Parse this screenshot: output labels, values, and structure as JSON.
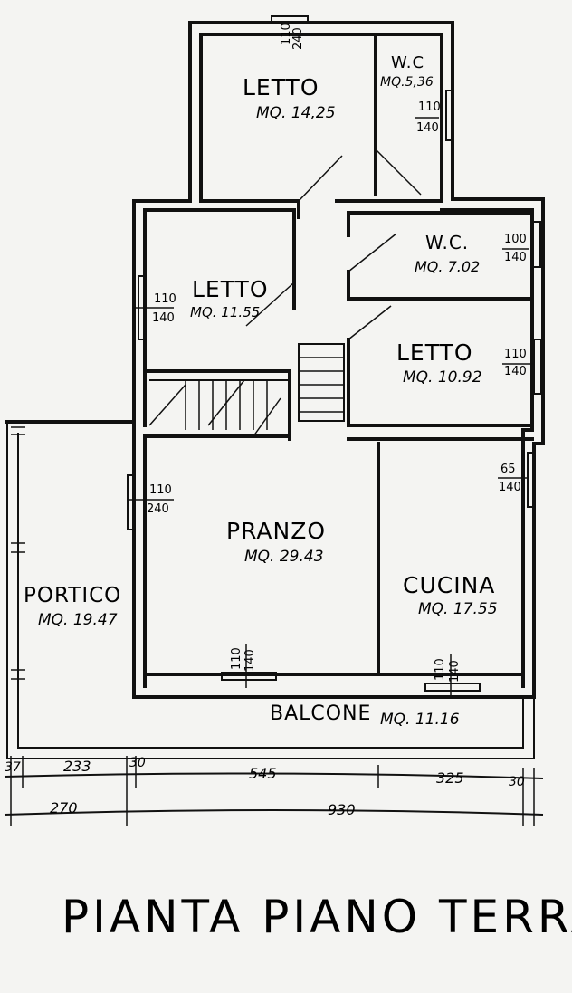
{
  "rooms": {
    "letto_top": {
      "name": "LETTO",
      "area": "MQ. 14,25"
    },
    "wc_top": {
      "name": "W.C",
      "area": "MQ.5,36"
    },
    "letto_left": {
      "name": "LETTO",
      "area": "MQ. 11.55"
    },
    "wc_mid": {
      "name": "W.C.",
      "area": "MQ. 7.02"
    },
    "letto_right": {
      "name": "LETTO",
      "area": "MQ. 10.92"
    },
    "pranzo": {
      "name": "PRANZO",
      "area": "MQ. 29.43"
    },
    "cucina": {
      "name": "CUCINA",
      "area": "MQ. 17.55"
    },
    "portico": {
      "name": "PORTICO",
      "area": "MQ. 19.47"
    },
    "balcone": {
      "name": "BALCONE",
      "area": "MQ. 11.16"
    }
  },
  "openings": {
    "top_window": {
      "w": "110",
      "h": "240"
    },
    "wc_top_window": {
      "w": "110",
      "h": "140"
    },
    "wc_mid_window": {
      "w": "100",
      "h": "140"
    },
    "left_window": {
      "w": "110",
      "h": "140"
    },
    "right_window": {
      "w": "110",
      "h": "140"
    },
    "pranzo_door": {
      "w": "110",
      "h": "240"
    },
    "cucina_window": {
      "w": "65",
      "h": "140"
    },
    "pranzo_bottom": {
      "w": "110",
      "h": "140"
    },
    "cucina_bottom": {
      "w": "110",
      "h": "140"
    }
  },
  "dimensions": {
    "row1": [
      "37",
      "233",
      "30",
      "545",
      "325",
      "30"
    ],
    "row2": [
      "270",
      "930"
    ]
  },
  "title": "PIANTA PIANO TERRA"
}
